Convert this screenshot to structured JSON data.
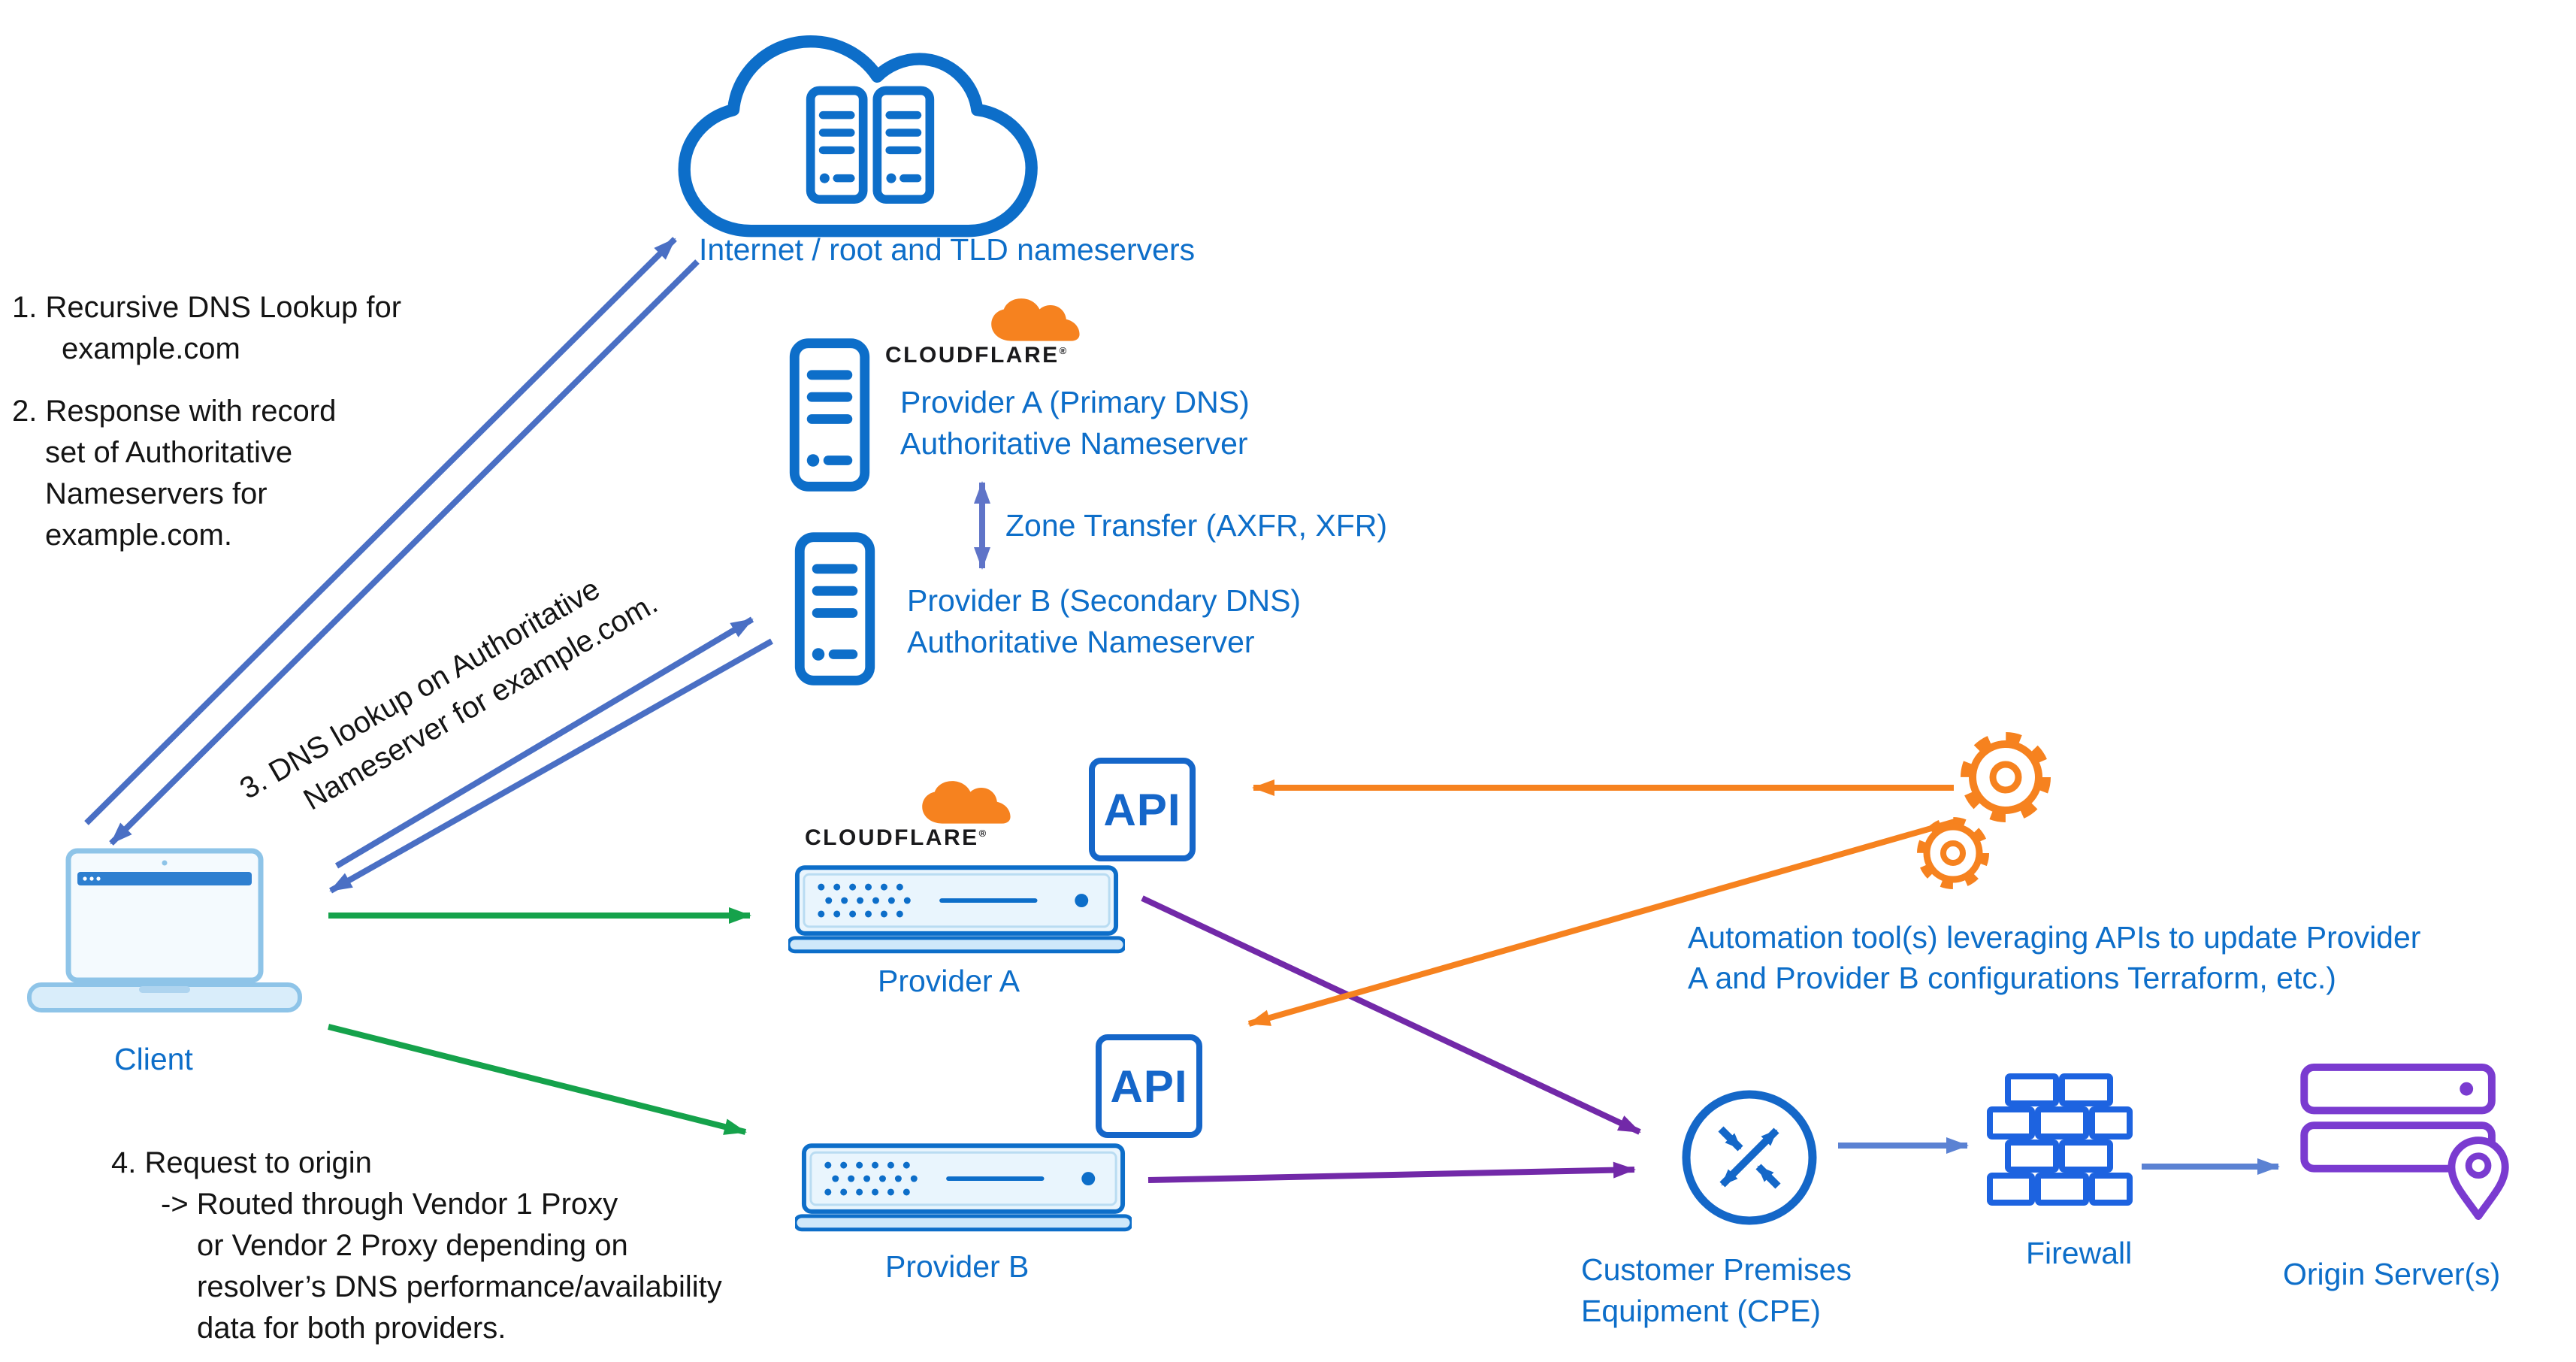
{
  "internet": {
    "label": "Internet / root and TLD nameservers"
  },
  "notes": {
    "note1": {
      "lines": [
        "1. Recursive DNS Lookup for",
        "example.com"
      ]
    },
    "note2": {
      "lines": [
        "2. Response with record",
        "set of Authoritative",
        "Nameservers for",
        "example.com."
      ]
    },
    "note3": {
      "lines": [
        "3. DNS lookup on Authoritative",
        "Nameserver for example.com."
      ]
    },
    "note4": {
      "lines": [
        "4. Request to origin",
        "-> Routed through Vendor 1 Proxy",
        "or Vendor 2 Proxy depending on",
        "resolver’s DNS performance/availability",
        "data for both providers."
      ]
    }
  },
  "nameservers": {
    "provider_a": {
      "line1": "Provider A  (Primary DNS)",
      "line2": "Authoritative Nameserver"
    },
    "provider_b": {
      "line1": "Provider B  (Secondary DNS)",
      "line2": "Authoritative Nameserver"
    },
    "zone_transfer_label": "Zone Transfer (AXFR, XFR)"
  },
  "client": {
    "label": "Client"
  },
  "proxies": {
    "provider_a_label": "Provider A",
    "provider_b_label": "Provider B",
    "api_label": "API"
  },
  "cloudflare_logo": {
    "text": "CLOUDFLARE",
    "mark": "®"
  },
  "automation": {
    "lines": [
      "Automation tool(s)  leveraging APIs to update Provider",
      "A and Provider B configurations Terraform, etc.)"
    ]
  },
  "cpe": {
    "lines": [
      "Customer Premises",
      "Equipment (CPE)"
    ]
  },
  "firewall": {
    "label": "Firewall"
  },
  "origin": {
    "label": "Origin Server(s)"
  },
  "icons": {
    "internet": "cloud-with-servers-icon",
    "nameserver": "server-tower-icon",
    "client": "laptop-icon",
    "proxy": "server-appliance-icon",
    "automation": "gears-icon",
    "cpe": "router-circle-icon",
    "firewall": "brick-wall-icon",
    "origin": "server-location-pin-icon",
    "cloudflare": "cloudflare-cloud-logo"
  },
  "colors": {
    "label_blue": "#0d6ec9",
    "arrow_blue": "#4a6fc4",
    "arrow_green": "#15a24b",
    "arrow_purple": "#7229a8",
    "arrow_orange": "#f6821f",
    "zone_transfer": "#5f74c8",
    "flow_blue": "#5b82d3",
    "firewall_blue": "#1d63e0",
    "origin_purple": "#7a3bd0"
  }
}
